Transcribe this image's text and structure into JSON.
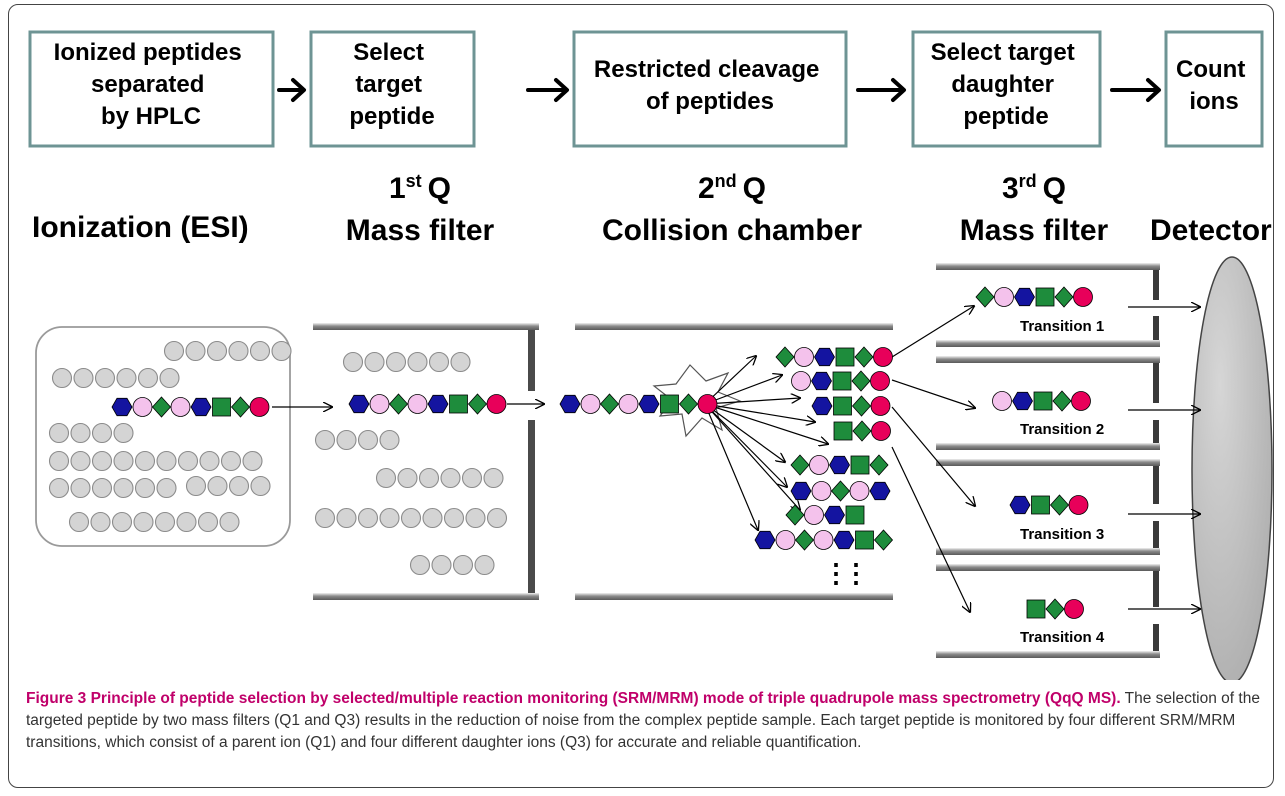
{
  "process_steps": [
    "Ionized peptides separated by HPLC",
    "Select target peptide",
    "Restricted cleavage of peptides",
    "Select target daughter peptide",
    "Count ions"
  ],
  "stage_headers": {
    "ionization": "Ionization (ESI)",
    "q1": {
      "ordinal": "1",
      "sup": "st",
      "q": "Q",
      "role": "Mass filter"
    },
    "q2": {
      "ordinal": "2",
      "sup": "nd",
      "q": "Q",
      "role": "Collision chamber"
    },
    "q3": {
      "ordinal": "3",
      "sup": "rd",
      "q": "Q",
      "role": "Mass filter"
    },
    "detector": "Detector"
  },
  "transitions": [
    "Transition 1",
    "Transition 2",
    "Transition 3",
    "Transition 4"
  ],
  "continuation_marker": "⋮⋮",
  "colors": {
    "box_border": "#6e9494",
    "hexagon": "#1414a0",
    "pink_circle": "#f4c2ec",
    "diamond": "#1e8c3c",
    "square": "#1e8c3c",
    "red_circle": "#e8005a",
    "grey_bead": "#d4d4d4",
    "caption_title": "#c0006a"
  },
  "caption": {
    "title": "Figure 3 Principle of peptide selection by selected/multiple reaction monitoring (SRM/MRM) mode of triple quadrupole mass spectrometry (QqQ MS).",
    "body": "The selection of the targeted peptide by two mass filters (Q1 and Q3) results in the reduction of noise from the complex peptide sample. Each target peptide is monitored by four different SRM/MRM transitions, which consist of a parent ion (Q1) and four different daughter ions (Q3) for accurate and reliable quantification."
  }
}
